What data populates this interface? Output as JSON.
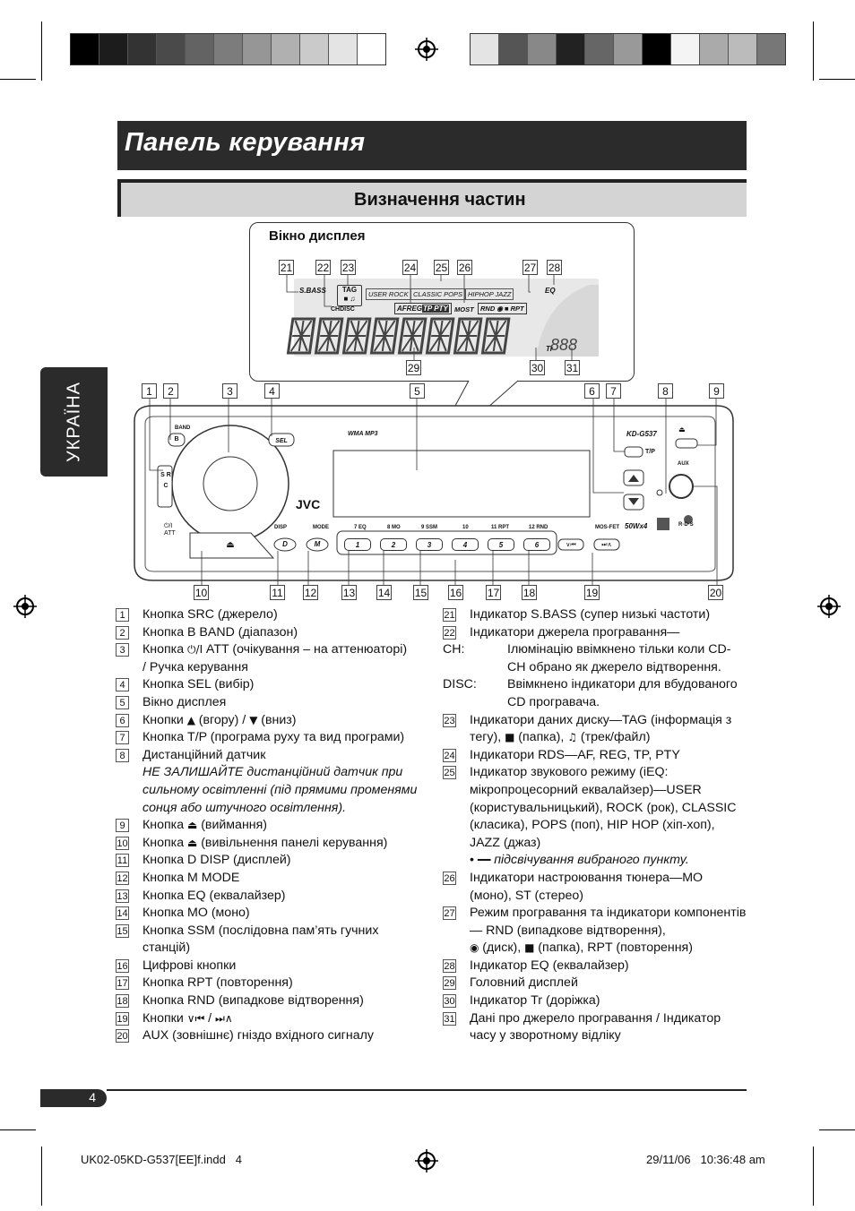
{
  "page": {
    "title": "Панель керування",
    "subtitle": "Визначення частин",
    "side_tab": "УКРАЇНА",
    "page_number": "4"
  },
  "display_window": {
    "label": "Вікно дисплея",
    "lcd": {
      "sbass": "S.BASS",
      "tag": "TAG",
      "chdisc": "CHDISC",
      "user_rock": "USER ROCK",
      "classic_pops": "CLASSIC POPS",
      "hiphop_jazz": "HIPHOP JAZZ",
      "eq": "EQ",
      "afreg": "AFREG",
      "tp": "TP",
      "pty": "PTY",
      "most": "MOST",
      "rnd": "RND",
      "rpt": "RPT",
      "tr": "Tr"
    }
  },
  "unit": {
    "band": "BAND",
    "sel": "SEL",
    "src": "S R C",
    "att": "ATT",
    "wma": "WMA  MP3",
    "model": "KD-G537",
    "tp_label": "T/P",
    "aux": "AUX",
    "disp": "DISP",
    "mode": "MODE",
    "presets_top": [
      "7 EQ",
      "8 MO",
      "9 SSM",
      "10",
      "11 RPT",
      "12 RND"
    ],
    "presets": [
      "1",
      "2",
      "3",
      "4",
      "5",
      "6"
    ],
    "mosfet": "MOS-FET",
    "power": "50Wx4",
    "d_btn": "D",
    "m_btn": "M",
    "jvc": "JVC",
    "rds": "R·D·S"
  },
  "callouts": {
    "top": [
      "1",
      "2",
      "3",
      "4",
      "5",
      "6",
      "7",
      "8",
      "9"
    ],
    "bottom": [
      "10",
      "11",
      "12",
      "13",
      "14",
      "15",
      "16",
      "17",
      "18",
      "19",
      "20"
    ],
    "lcd_top": [
      "21",
      "22",
      "23",
      "24",
      "25",
      "26",
      "27",
      "28"
    ],
    "lcd_bottom": [
      "29",
      "30",
      "31"
    ]
  },
  "left_list": [
    {
      "n": "1",
      "text": "Кнопка SRC (джерело)"
    },
    {
      "n": "2",
      "text": "Кнопка B BAND (діапазон)"
    },
    {
      "n": "3",
      "text_a": "Кнопка",
      "text_b": "(очікування – на аттенюаторі)",
      "text_c": "/ Ручка керування",
      "att": "ATT"
    },
    {
      "n": "4",
      "text": "Кнопка SEL (вибір)"
    },
    {
      "n": "5",
      "text": "Вікно дисплея"
    },
    {
      "n": "6",
      "text_a": "Кнопки",
      "text_b": "(вгору) /",
      "text_c": "(вниз)"
    },
    {
      "n": "7",
      "text": "Кнопка T/P (програма руху та вид програми)"
    },
    {
      "n": "8",
      "text": "Дистанційний датчик",
      "note": "НЕ ЗАЛИШАЙТЕ дистанційний датчик при сильному освітленні (під прямими променями сонця або штучного освітлення)."
    },
    {
      "n": "9",
      "text_a": "Кнопка",
      "text_b": "(виймання)"
    },
    {
      "n": "10",
      "text_a": "Кнопка",
      "text_b": "(вивільнення панелі керування)"
    },
    {
      "n": "11",
      "text": "Кнопка D DISP (дисплей)"
    },
    {
      "n": "12",
      "text": "Кнопка M MODE"
    },
    {
      "n": "13",
      "text": "Кнопка EQ (еквалайзер)"
    },
    {
      "n": "14",
      "text": "Кнопка MO (моно)"
    },
    {
      "n": "15",
      "text": "Кнопка SSM (послідовна пам’ять гучних станцій)"
    },
    {
      "n": "16",
      "text": "Цифрові кнопки"
    },
    {
      "n": "17",
      "text": "Кнопка RPT (повторення)"
    },
    {
      "n": "18",
      "text": "Кнопка RND (випадкове відтворення)"
    },
    {
      "n": "19",
      "text_a": "Кнопки",
      "text_b": "/"
    },
    {
      "n": "20",
      "text": "AUX (зовнішнє) гніздо вхідного сигналу"
    }
  ],
  "right_list": [
    {
      "n": "21",
      "text": "Індикатор S.BASS (супер низькі частоти)"
    },
    {
      "n": "22",
      "text": "Індикатори джерела програвання—",
      "sub": [
        {
          "k": "CH:",
          "v": "Ілюмінацію ввімкнено тільки коли CD-CH обрано як джерело відтворення."
        },
        {
          "k": "DISC:",
          "v": "Ввімкнено індикатори для вбудованого CD програвача."
        }
      ]
    },
    {
      "n": "23",
      "text_a": "Індикатори даних диску—TAG (інформація з тегу),",
      "text_b": "(папка),",
      "text_c": "(трек/файл)"
    },
    {
      "n": "24",
      "text": "Індикатори RDS—AF, REG, TP, PTY"
    },
    {
      "n": "25",
      "text": "Індикатор звукового режиму (iEQ: мікропроцесорний еквалайзер)—USER (користувальницький), ROCK (рок), CLASSIC (класика), POPS (поп), HIP HOP (хіп-хоп), JAZZ (джаз)",
      "bullet": "підсвічування вибраного пункту."
    },
    {
      "n": "26",
      "text": "Індикатори настроювання тюнера—MO (моно), ST (стерео)"
    },
    {
      "n": "27",
      "text_a": "Режим програвання та індикатори компонентів— RND (випадкове відтворення),",
      "text_b": "(диск),",
      "text_c": "(папка), RPT (повторення)"
    },
    {
      "n": "28",
      "text": "Індикатор EQ (еквалайзер)"
    },
    {
      "n": "29",
      "text": "Головний дисплей"
    },
    {
      "n": "30",
      "text": "Індикатор Tr (доріжка)"
    },
    {
      "n": "31",
      "text": "Дані про джерело програвання / Індикатор часу у зворотному відліку"
    }
  ],
  "footer": {
    "file": "UK02-05KD-G537[EE]f.indd",
    "file_page": "4",
    "date": "29/11/06",
    "time": "10:36:48 am"
  },
  "colors": {
    "bar_dark": "#2b2b2b",
    "bar_light": "#d4d4d4"
  }
}
